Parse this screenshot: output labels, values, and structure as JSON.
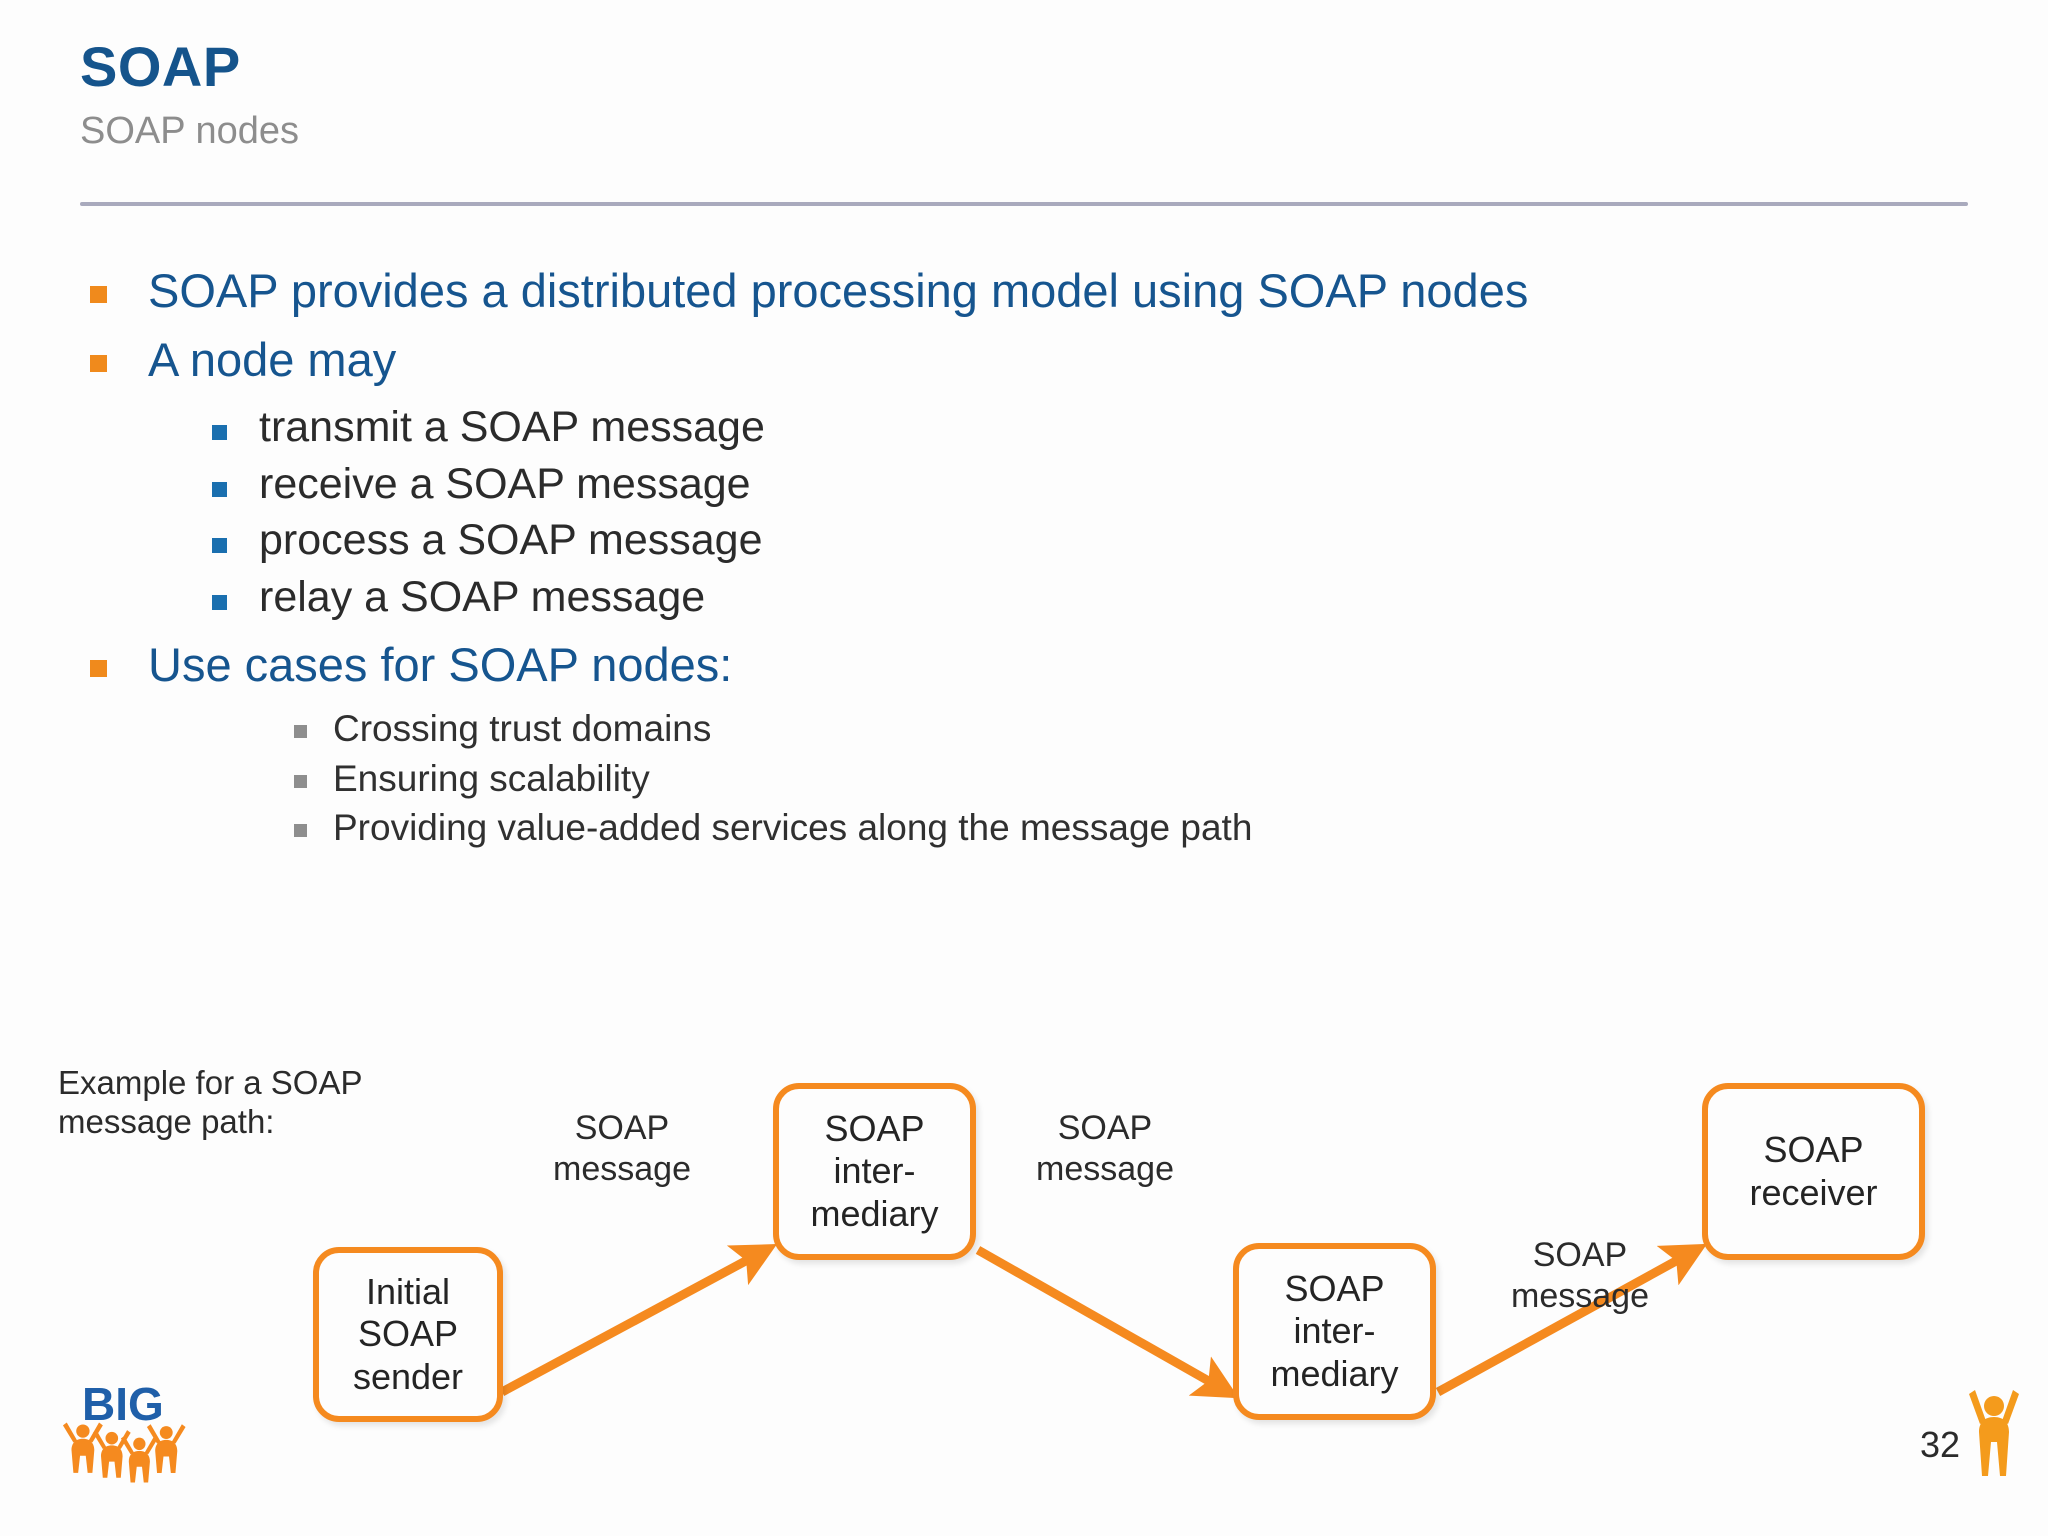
{
  "header": {
    "title": "SOAP",
    "subtitle": "SOAP nodes",
    "title_color": "#15548c",
    "subtitle_color": "#8d8d8d",
    "rule_color": "#a9aabd"
  },
  "colors": {
    "accent_orange": "#f58a1f",
    "bullet_orange": "#f08a1c",
    "bullet_blue": "#1a6faf",
    "bullet_gray": "#8e8e8e",
    "heading_blue": "#16558f",
    "body_dark": "#2b2b2b",
    "background": "#fdfdfd"
  },
  "content": {
    "bullets": [
      {
        "level": 1,
        "text": "SOAP provides a distributed processing model using SOAP nodes"
      },
      {
        "level": 1,
        "text": "A node may"
      },
      {
        "level": 2,
        "text": "transmit a SOAP message"
      },
      {
        "level": 2,
        "text": "receive a SOAP message"
      },
      {
        "level": 2,
        "text": "process a SOAP message"
      },
      {
        "level": 2,
        "text": "relay a SOAP message"
      },
      {
        "level": 1,
        "text": "Use cases for SOAP nodes:"
      },
      {
        "level": 3,
        "text": "Crossing trust domains"
      },
      {
        "level": 3,
        "text": "Ensuring scalability"
      },
      {
        "level": 3,
        "text": "Providing value-added services along the message path"
      }
    ]
  },
  "diagram": {
    "caption": "Example for a SOAP\nmessage path:",
    "nodes": [
      {
        "id": "initial-soap-sender",
        "label": "Initial\nSOAP\nsender"
      },
      {
        "id": "soap-intermediary-1",
        "label": "SOAP\ninter-\nmediary"
      },
      {
        "id": "soap-intermediary-2",
        "label": "SOAP\ninter-\nmediary"
      },
      {
        "id": "soap-receiver",
        "label": "SOAP\nreceiver"
      }
    ],
    "edges": [
      {
        "id": "edge-1",
        "label": "SOAP\nmessage",
        "from": "initial-soap-sender",
        "to": "soap-intermediary-1"
      },
      {
        "id": "edge-2",
        "label": "SOAP\nmessage",
        "from": "soap-intermediary-1",
        "to": "soap-intermediary-2"
      },
      {
        "id": "edge-3",
        "label": "SOAP\nmessage",
        "from": "soap-intermediary-2",
        "to": "soap-receiver"
      }
    ]
  },
  "footer": {
    "logo_text": "BIG",
    "page_number": "32"
  }
}
